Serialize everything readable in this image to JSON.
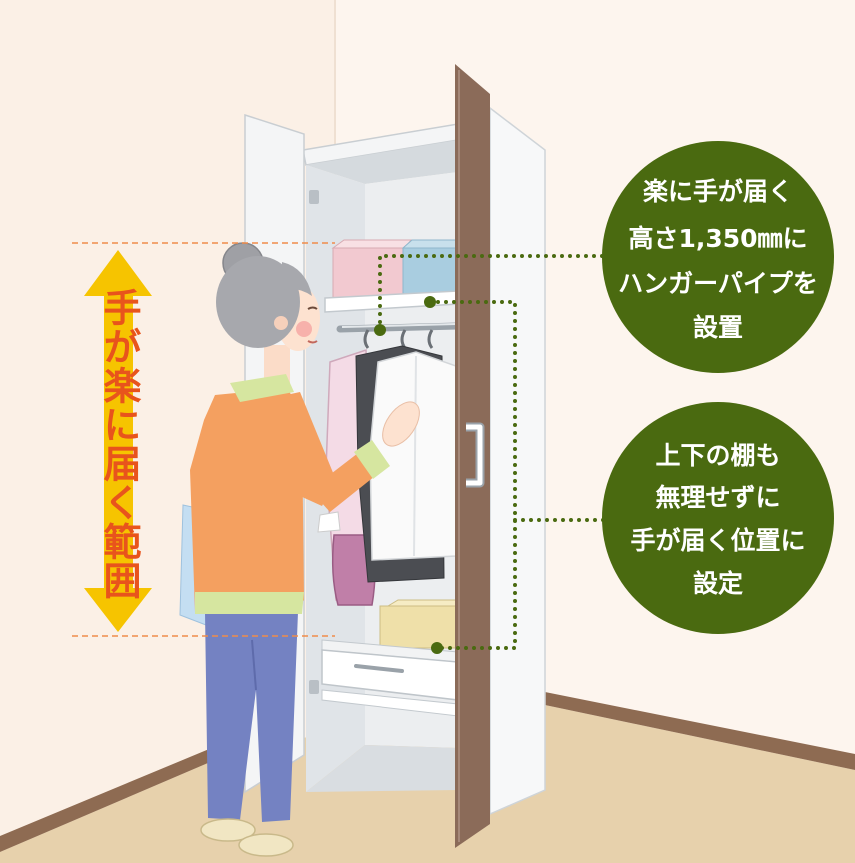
{
  "range_label": {
    "text": "手が楽に届く範囲"
  },
  "callouts": [
    {
      "lines": [
        "楽に手が届く",
        "高さ1,350㎜に",
        "ハンガーパイプを",
        "設置"
      ]
    },
    {
      "lines": [
        "上下の棚も",
        "無理せずに",
        "手が届く位置に",
        "設定"
      ]
    }
  ],
  "colors": {
    "callout": "#4a6a10",
    "connector": "#4a6a10",
    "callout_text": "#ffffff",
    "label": "#e8541c",
    "arrow": "#f6c400",
    "guide_line": "#f08c4a",
    "door": "#8b6b59",
    "cardigan": "#f4a060",
    "pants": "#7482c2",
    "hair": "#a7a8ad"
  }
}
